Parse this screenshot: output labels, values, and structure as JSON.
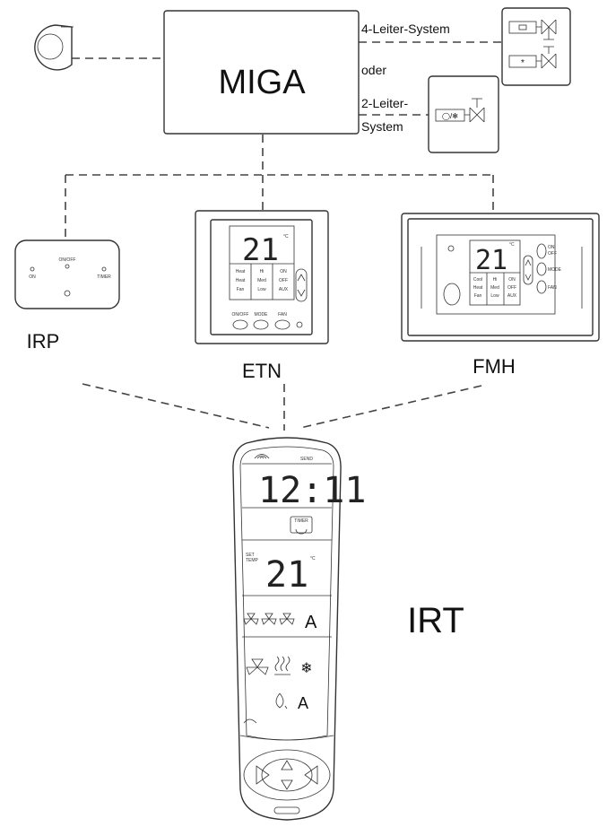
{
  "nodes": {
    "miga": "MIGA",
    "irp": "IRP",
    "etn": "ETN",
    "fmh": "FMH",
    "irt": "IRT"
  },
  "labels": {
    "four_wire": "4-Leiter-System",
    "or": "oder",
    "two_wire_1": "2-Leiter-",
    "two_wire_2": "System"
  },
  "irp_panel": {
    "onoff": "ON/OFF",
    "on": "ON",
    "timer": "TIMER"
  },
  "etn_panel": {
    "temp": "21",
    "unit": "°C",
    "col1": [
      "Heat",
      "Heat",
      "Fan"
    ],
    "col2": [
      "Hi",
      "Med",
      "Low"
    ],
    "col3": [
      "ON",
      "OFF",
      "AUX"
    ],
    "buttons": [
      "ON/OFF",
      "MODE",
      "FAN"
    ]
  },
  "fmh_panel": {
    "temp": "21",
    "unit": "°C",
    "col1": [
      "Cool",
      "Heat",
      "Fan"
    ],
    "col2": [
      "Hi",
      "Med",
      "Low"
    ],
    "col3": [
      "ON",
      "OFF",
      "AUX"
    ],
    "side": [
      "ON",
      "OFF",
      "MODE",
      "FAN"
    ]
  },
  "irt_remote": {
    "send": "SEND",
    "clock": "12:11",
    "timer": "TIMER",
    "set_temp_1": "SET",
    "set_temp_2": "TEMP",
    "temp": "21",
    "unit": "°C"
  },
  "colors": {
    "stroke": "#333333",
    "background": "#ffffff"
  }
}
